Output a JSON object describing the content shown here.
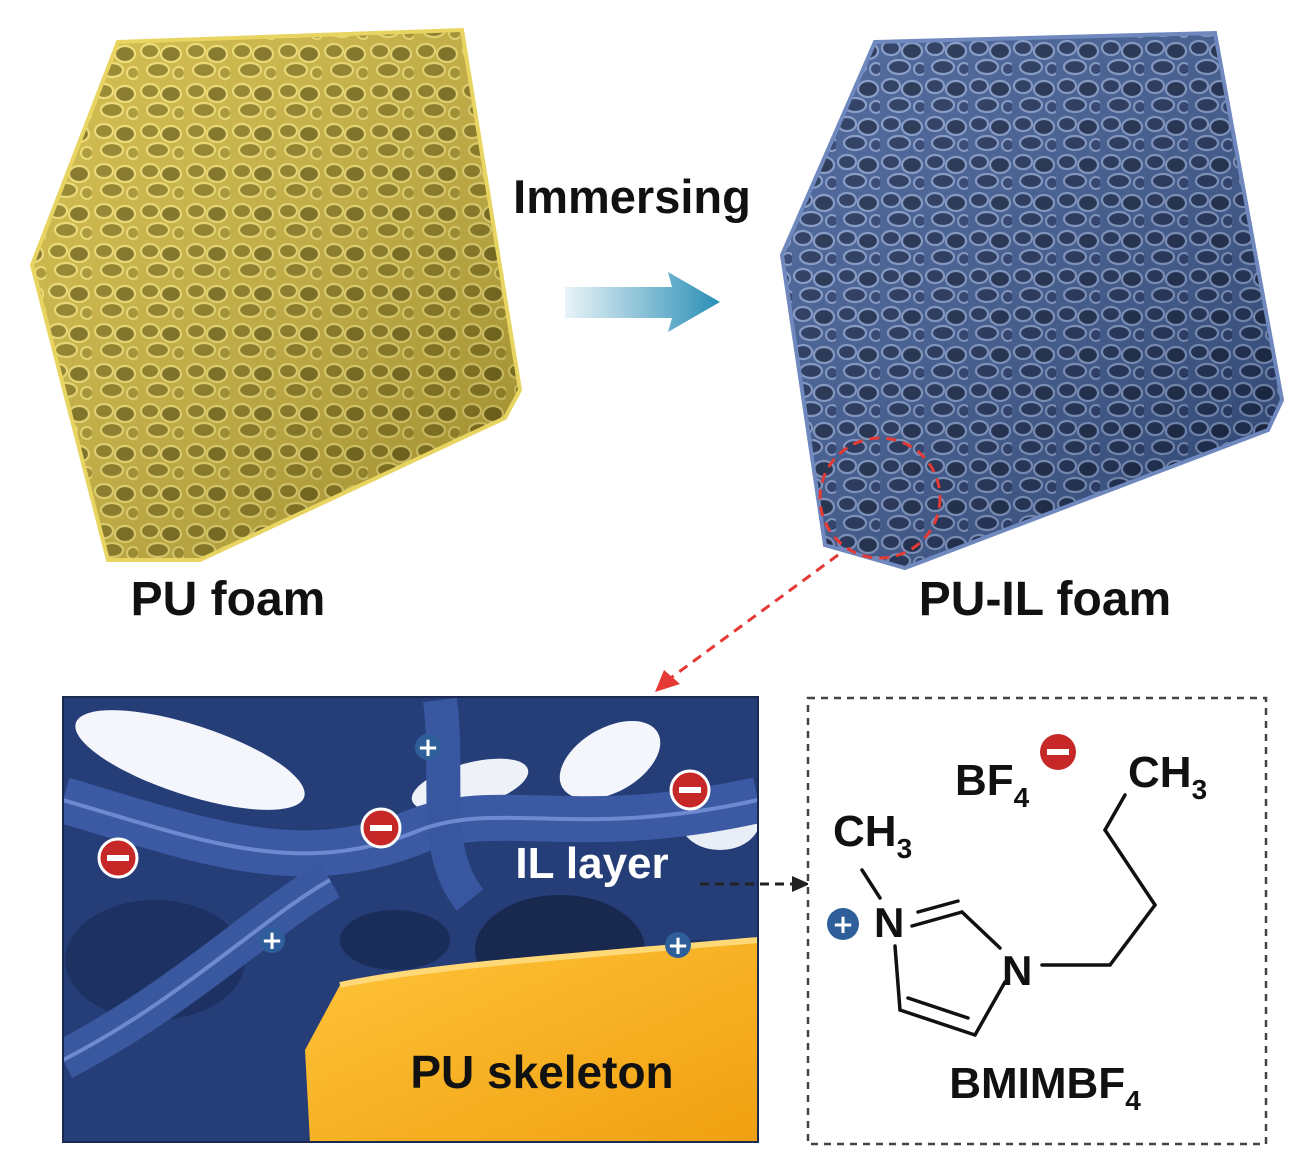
{
  "arrow_label": "Immersing",
  "foam_left": {
    "label": "PU foam",
    "color": "#d8c445"
  },
  "foam_right": {
    "label": "PU-IL foam",
    "color": "#33508f"
  },
  "closeup": {
    "il_layer_label": "IL layer",
    "skeleton_label": "PU skeleton",
    "plus": "+",
    "minus": "−"
  },
  "molecule": {
    "anion_prefix": "BF",
    "anion_sub": "4",
    "butyl_ch": "CH",
    "butyl_sub": "3",
    "methyl_ch": "CH",
    "methyl_sub": "3",
    "n1": "N",
    "n3": "N",
    "name_prefix": "BMIMBF",
    "name_sub": "4"
  },
  "colors": {
    "arrow": "#2a8fb6",
    "cation": "#2f5f9a",
    "anion": "#c62828",
    "leader": "#e53935"
  }
}
